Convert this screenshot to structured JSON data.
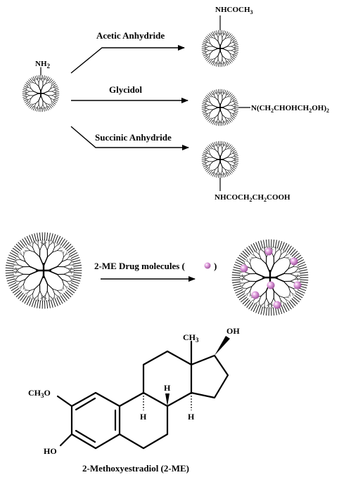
{
  "top_reactions": {
    "start_group": "NH",
    "start_group_sub": "2",
    "reagent_1": "Acetic Anhydride",
    "reagent_2": "Glycidol",
    "reagent_3": "Succinic Anhydride",
    "product_1": [
      "NHCOCH",
      {
        "sub": "3"
      }
    ],
    "product_2": [
      "N(CH",
      {
        "sub": "2"
      },
      "CHOHCH",
      {
        "sub": "2"
      },
      "OH)",
      {
        "sub": "2"
      }
    ],
    "product_3": [
      "NHCOCH",
      {
        "sub": "2"
      },
      "CH",
      {
        "sub": "2"
      },
      "COOH"
    ]
  },
  "drug_loading": {
    "label": "2-ME Drug molecules (",
    "label_close": ")",
    "drug_color": "#d98fd6"
  },
  "structure": {
    "methyl": "CH",
    "methyl_sub": "3",
    "oh_top": "OH",
    "methoxy": "CH",
    "methoxy_sub": "3",
    "methoxy_tail": "O",
    "oh_bottom": "HO",
    "h1": "H",
    "h2": "H",
    "h3": "H",
    "caption": "2-Methoxyestradiol (2-ME)"
  }
}
